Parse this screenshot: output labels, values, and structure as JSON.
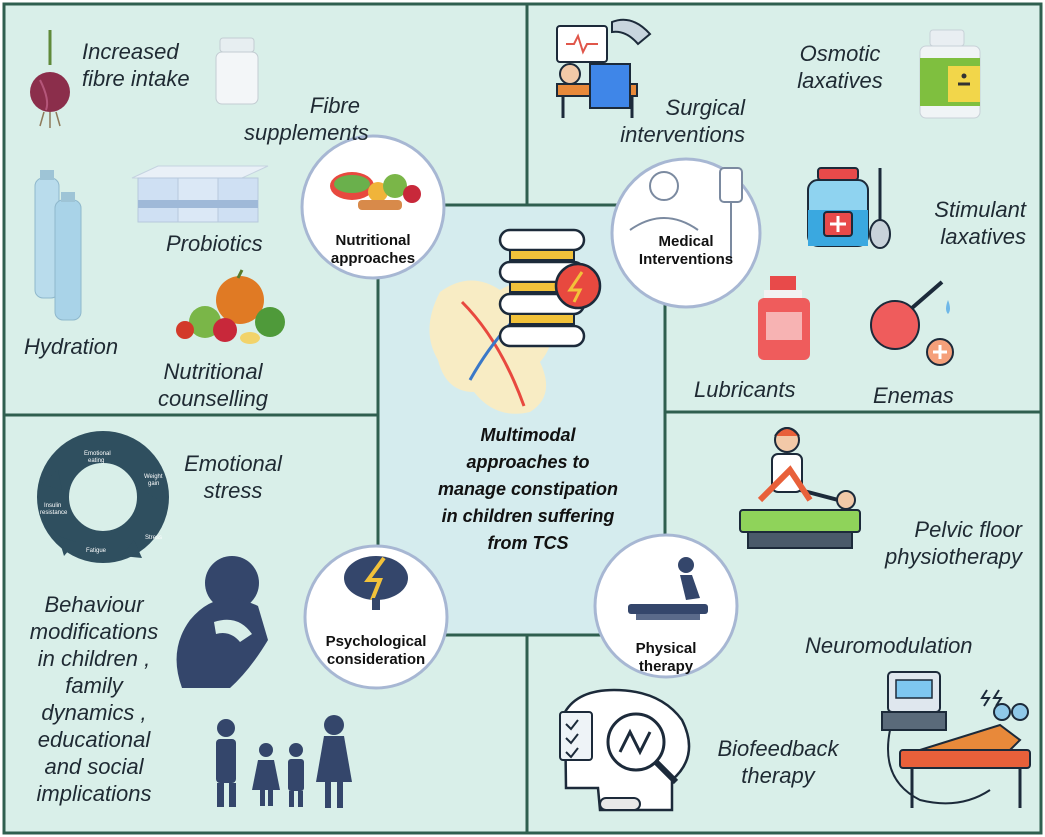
{
  "center": {
    "title_lines": [
      "Multimodal",
      "approaches to",
      "manage constipation",
      "in children suffering",
      "from TCS"
    ]
  },
  "hubs": {
    "nutritional": [
      "Nutritional",
      "approaches"
    ],
    "medical": [
      "Medical",
      "Interventions"
    ],
    "psychological": [
      "Psychological",
      "consideration"
    ],
    "physical": [
      "Physical",
      "therapy"
    ]
  },
  "nutritional": {
    "fibre_intake": [
      "Increased",
      "fibre intake"
    ],
    "fibre_supplements": [
      "Fibre",
      "supplements"
    ],
    "probiotics": [
      "Probiotics"
    ],
    "hydration": [
      "Hydration"
    ],
    "counselling": [
      "Nutritional",
      "counselling"
    ]
  },
  "medical": {
    "surgical": [
      "Surgical",
      "interventions"
    ],
    "osmotic": [
      "Osmotic",
      "laxatives"
    ],
    "stimulant": [
      "Stimulant",
      "laxatives"
    ],
    "lubricants": [
      "Lubricants"
    ],
    "enemas": [
      "Enemas"
    ]
  },
  "psychological": {
    "emotional_stress": [
      "Emotional",
      "stress"
    ],
    "behaviour": [
      "Behaviour",
      "modifications",
      "in children ,",
      "family",
      "dynamics ,",
      "educational",
      "and social",
      "implications"
    ],
    "cycle_labels": [
      "Emotional eating",
      "Weight gain",
      "Stress",
      "Fatigue",
      "Insulin resistance"
    ]
  },
  "physical": {
    "pelvic": [
      "Pelvic floor",
      "physiotherapy"
    ],
    "neuromodulation": [
      "Neuromodulation"
    ],
    "biofeedback": [
      "Biofeedback",
      "therapy"
    ]
  },
  "colors": {
    "panel": "#d9efe9",
    "border": "#2f5f4f",
    "hub_border": "#a7b7d3",
    "navy": "#34466b"
  }
}
